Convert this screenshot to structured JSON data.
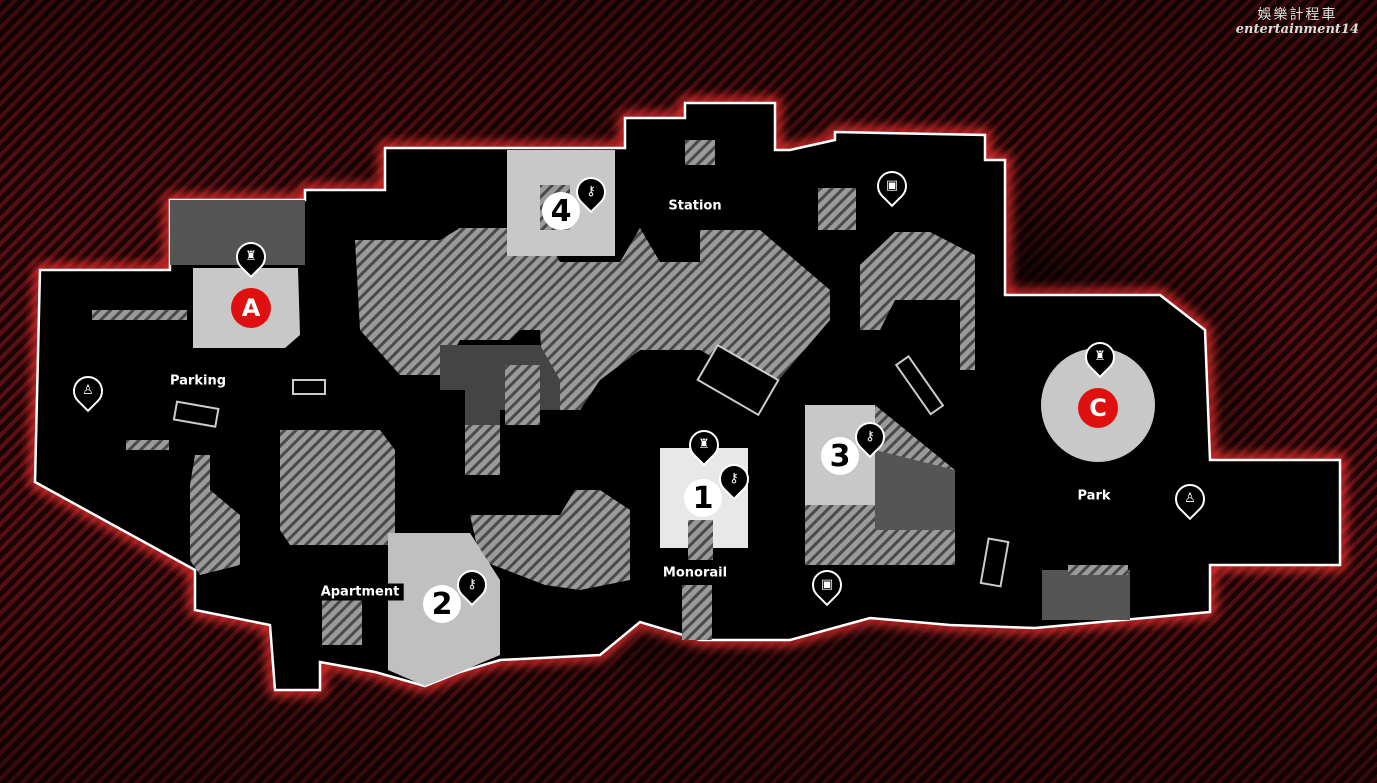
{
  "watermark": {
    "chinese": "娛樂計程車",
    "english": "entertainment14"
  },
  "areas": {
    "parking": "Parking",
    "station": "Station",
    "monorail": "Monorail",
    "apartment": "Apartment",
    "park": "Park"
  },
  "bombsites": {
    "a": "A",
    "c": "C"
  },
  "numbered_points": {
    "one": "1",
    "two": "2",
    "three": "3",
    "four": "4"
  },
  "marker_icons": {
    "spawn": "♜",
    "weapon": "⚷",
    "computer": "▣",
    "person": "♙"
  },
  "colors": {
    "site_red": "#e01010",
    "outline_glow": "#ff4040"
  }
}
